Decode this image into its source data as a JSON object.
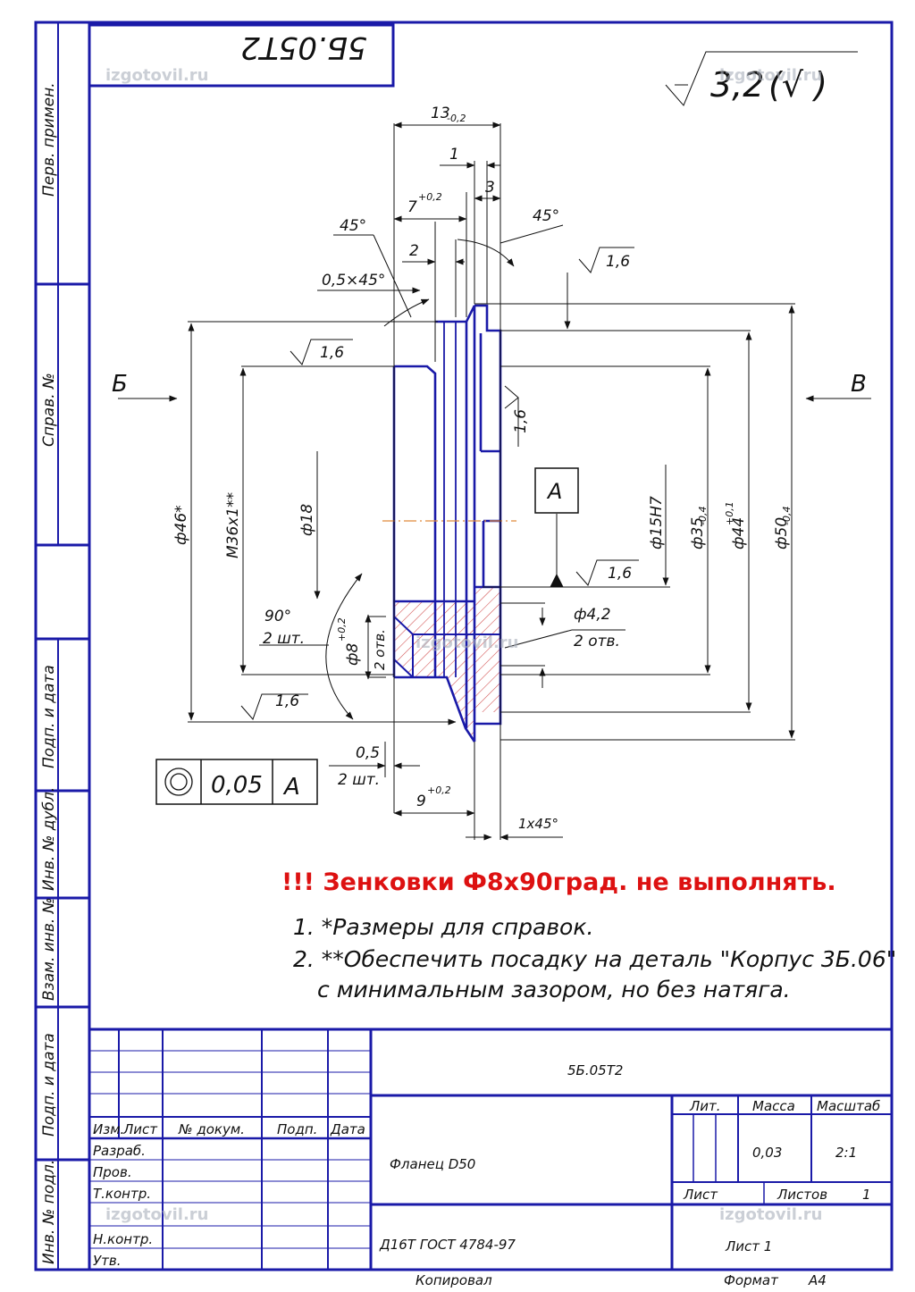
{
  "header": {
    "doc_code_rotated": "5Б.05Т2"
  },
  "surface_finish": {
    "main": "3,2",
    "other": "(√ )",
    "face": "1,6"
  },
  "side_labels": {
    "perv_primen": "Перв. примен.",
    "sprav_no": "Справ. №",
    "podp_data_1": "Подп. и дата",
    "inv_no_dubl": "Инв. № дубл.",
    "vzam_inv_no": "Взам. инв. №",
    "podp_data_2": "Подп. и дата",
    "inv_no_podl": "Инв. № подл."
  },
  "view_labels": {
    "left": "Б",
    "right": "В",
    "datum": "A"
  },
  "dimensions": {
    "width_13": "13",
    "width_13_tol": "-0,2",
    "dim_1": "1",
    "dim_3": "3",
    "dim_7": "7",
    "dim_7_tol": "+0,2",
    "angle_45_left": "45°",
    "angle_45_right": "45°",
    "dim_2": "2",
    "chamfer_05x45": "0,5×45°",
    "d46": "ф46*",
    "m36": "М36х1**",
    "d18": "ф18",
    "d15": "ф15Н7",
    "d35": "ф35",
    "d35_tol": "-0,4",
    "d44": "ф44",
    "d44_tol": "+0,1",
    "d50": "ф50",
    "d50_tol": "-0,4",
    "angle_90": "90°",
    "two_pcs_1": "2 шт.",
    "d8": "ф8",
    "d8_tol": "+0,2",
    "two_holes_1": "2 отв.",
    "d4_2": "ф4,2",
    "two_holes_2": "2 отв.",
    "dim_05": "0,5",
    "two_pcs_2": "2 шт.",
    "dim_9": "9",
    "dim_9_tol": "+0,2",
    "chamfer_1x45": "1х45°"
  },
  "tolerance_frame": {
    "value": "0,05",
    "datum": "A"
  },
  "warning": "!!! Зенковки Ф8х90град. не выполнять.",
  "notes": [
    "1.  *Размеры для справок.",
    "2.  **Обеспечить посадку на деталь \"Корпус 3Б.06\"",
    "с минимальным зазором, но без натяга."
  ],
  "title_block": {
    "designation": "5Б.05Т2",
    "part_name": "Фланец D50",
    "material": "Д16Т  ГОСТ 4784-97",
    "headers": {
      "izm": "Изм.",
      "list": "Лист",
      "doc_no": "№ докум.",
      "podp": "Подп.",
      "data": "Дата"
    },
    "roles": [
      "Разраб.",
      "Пров.",
      "Т.контр.",
      "",
      "Н.контр.",
      "Утв."
    ],
    "lit": "Лит.",
    "massa_label": "Масса",
    "massa": "0,03",
    "scale_label": "Масштаб",
    "scale": "2:1",
    "sheet_label": "Лист",
    "sheets_label": "Листов",
    "sheets": "1",
    "sheet_big": "Лист 1",
    "copied": "Копировал",
    "format_label": "Формат",
    "format": "А4"
  },
  "watermark": "izgotovil.ru"
}
